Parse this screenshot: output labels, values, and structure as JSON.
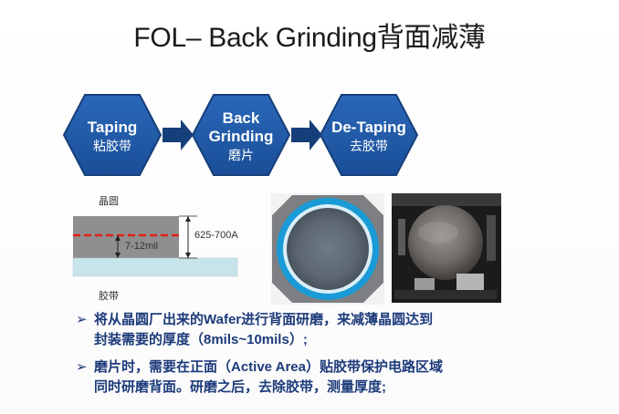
{
  "title": "FOL– Back Grinding背面减薄",
  "steps": [
    {
      "en": "Taping",
      "cn": "粘胶带"
    },
    {
      "en": "Back Grinding",
      "en_line1": "Back",
      "en_line2": "Grinding",
      "cn": "磨片"
    },
    {
      "en": "De-Taping",
      "cn": "去胶带"
    }
  ],
  "cross_section": {
    "top_label": "晶圆",
    "bottom_label": "胶带",
    "thickness_label": "625-700A",
    "grind_label": "7-12mil"
  },
  "bullets": [
    {
      "line1": "将从晶圆厂出来的Wafer进行背面研磨，来减薄晶圆达到",
      "line2": "封装需要的厚度（8mils~10mils）;"
    },
    {
      "line1": "磨片时，需要在正面（Active Area）贴胶带保护电路区域",
      "line2": "同时研磨背面。研磨之后，去除胶带，测量厚度;"
    }
  ],
  "colors": {
    "hex_fill": "#1f5aa8",
    "hex_edge": "#163f7a",
    "wafer_gray": "#8f8f8f",
    "tape_blue": "#c7e4ea",
    "dash_red": "#e0201a",
    "ring_blue": "#1a9ad6"
  }
}
